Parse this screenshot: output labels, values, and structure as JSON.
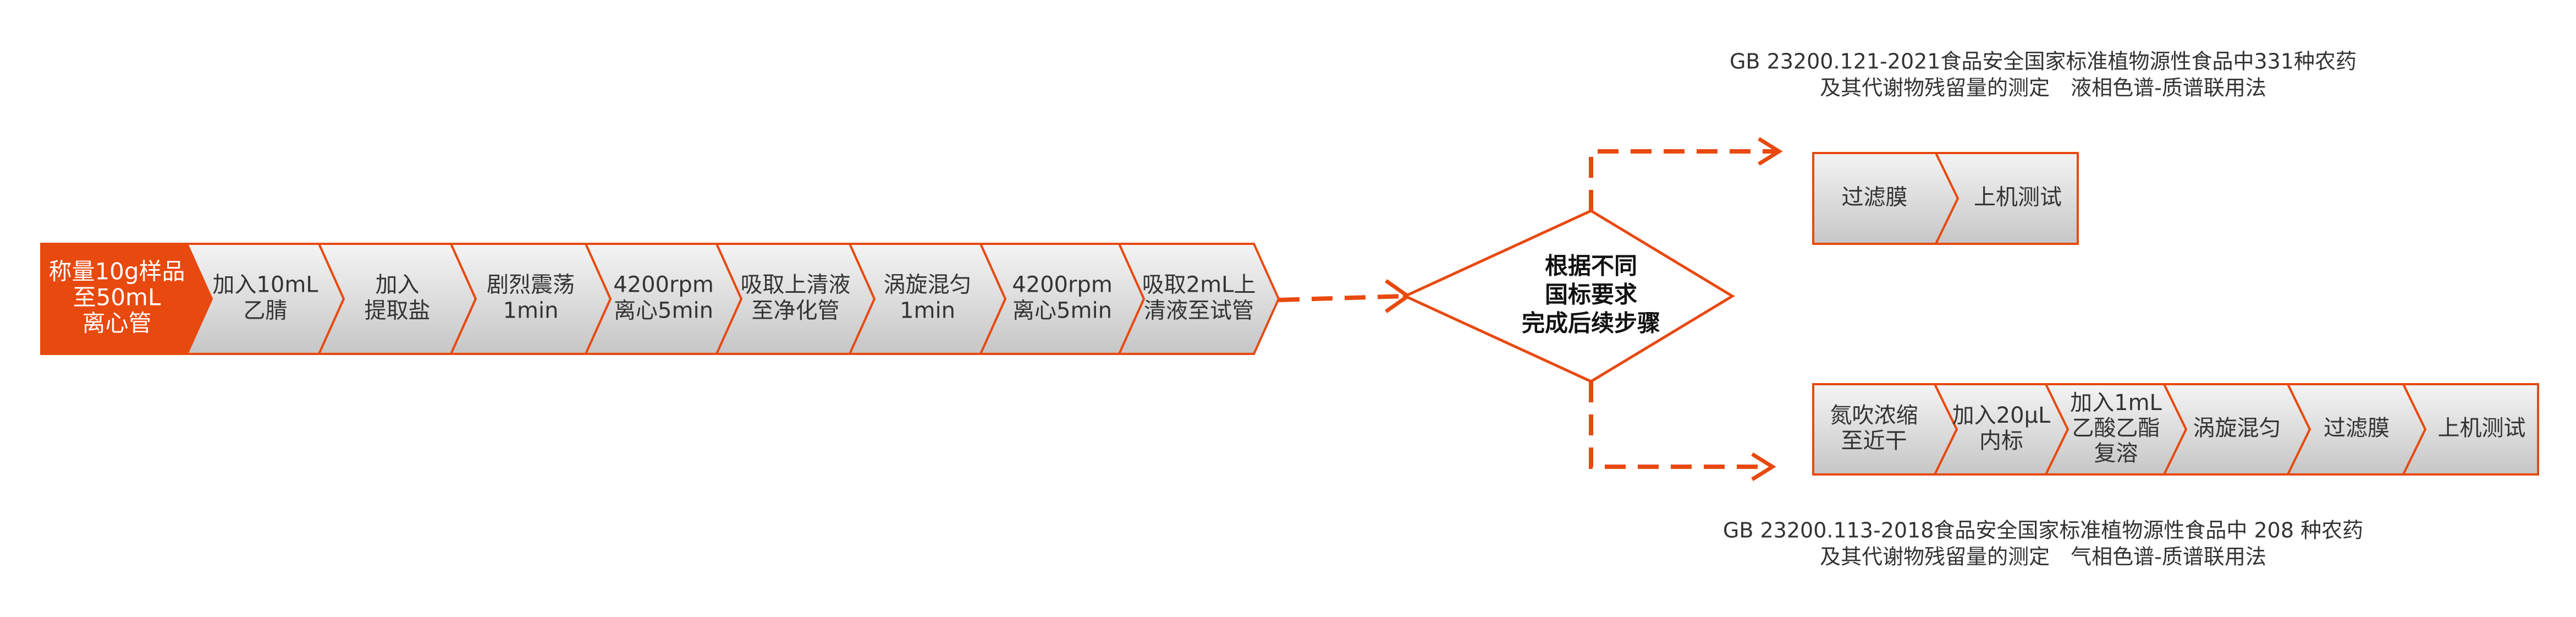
{
  "colors": {
    "accent": "#E8490F",
    "arrow_light": "#F0F0F0",
    "arrow_dark": "#C9C9C9",
    "text": "#333333"
  },
  "main_flow": [
    {
      "lines": [
        "称量10g样品",
        "至50mL",
        "离心管"
      ],
      "highlight": true
    },
    {
      "lines": [
        "加入10mL",
        "乙腈"
      ]
    },
    {
      "lines": [
        "加入",
        "提取盐"
      ]
    },
    {
      "lines": [
        "剧烈震荡",
        "1min"
      ]
    },
    {
      "lines": [
        "4200rpm",
        "离心5min"
      ]
    },
    {
      "lines": [
        "吸取上清液",
        "至净化管"
      ]
    },
    {
      "lines": [
        "涡旋混匀",
        "1min"
      ]
    },
    {
      "lines": [
        "4200rpm",
        "离心5min"
      ]
    },
    {
      "lines": [
        "吸取2mL上",
        "清液至试管"
      ]
    }
  ],
  "decision": {
    "lines": [
      "根据不同",
      "国标要求",
      "完成后续步骤"
    ]
  },
  "upper_branch": {
    "caption": [
      "GB 23200.121-2021食品安全国家标准植物源性食品中331种农药",
      "及其代谢物残留量的测定　液相色谱-质谱联用法"
    ],
    "steps": [
      {
        "lines": [
          "过滤膜"
        ]
      },
      {
        "lines": [
          "上机测试"
        ]
      }
    ]
  },
  "lower_branch": {
    "caption": [
      "GB 23200.113-2018食品安全国家标准植物源性食品中 208 种农药",
      "及其代谢物残留量的测定　气相色谱-质谱联用法"
    ],
    "steps": [
      {
        "lines": [
          "氮吹浓缩",
          "至近干"
        ]
      },
      {
        "lines": [
          "加入20μL",
          "内标"
        ]
      },
      {
        "lines": [
          "加入1mL",
          "乙酸乙酯",
          "复溶"
        ]
      },
      {
        "lines": [
          "涡旋混匀"
        ]
      },
      {
        "lines": [
          "过滤膜"
        ]
      },
      {
        "lines": [
          "上机测试"
        ]
      }
    ]
  }
}
